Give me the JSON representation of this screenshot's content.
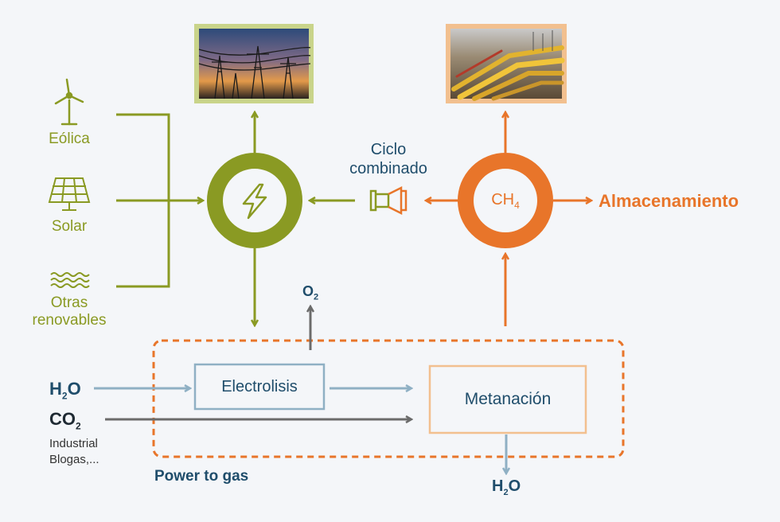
{
  "colors": {
    "green": "#8a9a23",
    "green_light": "#c9d48a",
    "orange": "#e8752a",
    "orange_light": "#f2c08f",
    "blue_dark": "#1f4d6b",
    "blue_light": "#8fb0c4",
    "gray": "#6b6b6b",
    "background": "#f4f6f9"
  },
  "sources": {
    "eolica": "Eólica",
    "solar": "Solar",
    "otras_line1": "Otras",
    "otras_line2": "renovables"
  },
  "electric_node": {
    "icon": "lightning-icon"
  },
  "gas_node": {
    "label": "CH",
    "subscript": "4"
  },
  "ciclo": {
    "line1": "Ciclo",
    "line2": "combinado",
    "icon": "turbine-icon"
  },
  "almacenamiento": "Almacenamiento",
  "o2": {
    "base": "O",
    "sub": "2"
  },
  "inputs": {
    "h2o": {
      "base": "H",
      "sub": "2",
      "tail": "O"
    },
    "co2": {
      "base": "CO",
      "sub": "2"
    },
    "co2_sources_line1": "Industrial",
    "co2_sources_line2": "Blogas,..."
  },
  "electrolisis": "Electrolisis",
  "metanacion": "Metanación",
  "output_h2o": {
    "base": "H",
    "sub": "2",
    "tail": "O"
  },
  "power_to_gas": "Power to gas"
}
